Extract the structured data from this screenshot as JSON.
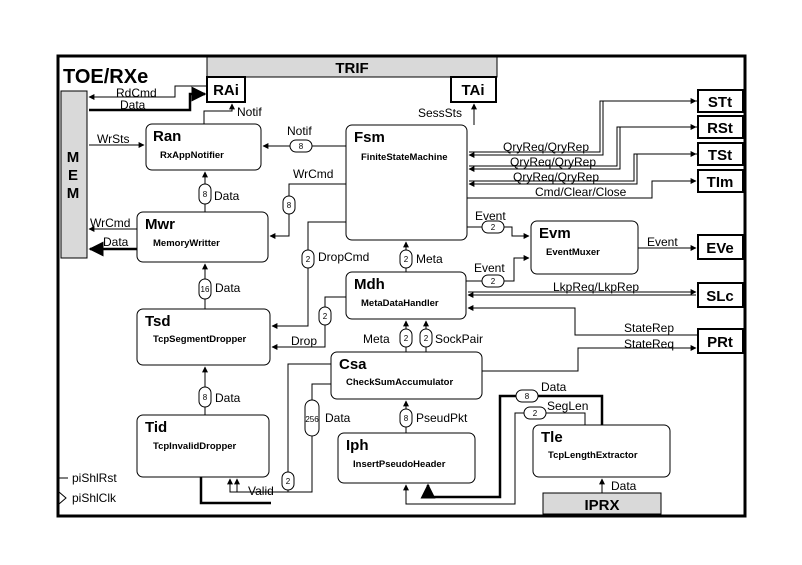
{
  "title": "TOE/RXe",
  "externals": {
    "trif": "TRIF",
    "iprx": "IPRX",
    "mem": [
      "M",
      "E",
      "M"
    ],
    "rai": "RAi",
    "tai": "TAi",
    "stt": "STt",
    "rst": "RSt",
    "tst": "TSt",
    "tim": "TIm",
    "eve": "EVe",
    "slc": "SLc",
    "prt": "PRt"
  },
  "blocks": {
    "ran": {
      "name": "Ran",
      "sub": "RxAppNotifier"
    },
    "fsm": {
      "name": "Fsm",
      "sub": "FiniteStateMachine"
    },
    "mwr": {
      "name": "Mwr",
      "sub": "MemoryWritter"
    },
    "evm": {
      "name": "Evm",
      "sub": "EventMuxer"
    },
    "mdh": {
      "name": "Mdh",
      "sub": "MetaDataHandler"
    },
    "tsd": {
      "name": "Tsd",
      "sub": "TcpSegmentDropper"
    },
    "csa": {
      "name": "Csa",
      "sub": "CheckSumAccumulator"
    },
    "tid": {
      "name": "Tid",
      "sub": "TcpInvalidDropper"
    },
    "iph": {
      "name": "Iph",
      "sub": "InsertPseudoHeader"
    },
    "tle": {
      "name": "Tle",
      "sub": "TcpLengthExtractor"
    }
  },
  "signals": {
    "rdcmd": "RdCmd",
    "data_rai": "Data",
    "notif_rai": "Notif",
    "wrsts": "WrSts",
    "notif_fsm": "Notif",
    "sesssts": "SessSts",
    "wrcmd_fsm": "WrCmd",
    "wrcmd_mem": "WrCmd",
    "data_mem": "Data",
    "data_ran": "Data",
    "qry1": "QryReq/QryRep",
    "qry2": "QryReq/QryRep",
    "qry3": "QryReq/QryRep",
    "cmd": "Cmd/Clear/Close",
    "event_fsm": "Event",
    "event_evm": "Event",
    "event_mdh": "Event",
    "meta_fsm": "Meta",
    "dropcmd": "DropCmd",
    "lkp": "LkpReq/LkpRep",
    "data_tsd": "Data",
    "drop": "Drop",
    "meta_csa": "Meta",
    "sockpair": "SockPair",
    "staterep": "StateRep",
    "statereq": "StateReq",
    "data_tid": "Data",
    "data_csa": "Data",
    "pseudopkt": "PseudPkt",
    "data_tle": "Data",
    "seglen": "SegLen",
    "valid": "Valid",
    "data_iprx": "Data"
  },
  "widths": {
    "w_notif": "8",
    "w_wrcmd": "8",
    "w_data_ran": "8",
    "w_evt": "2",
    "w_evt2": "2",
    "w_meta": "2",
    "w_drop": "2",
    "w_dropcmd": "2",
    "w_data_tsd": "16",
    "w_meta_csa": "2",
    "w_sock": "2",
    "w_data_tid": "8",
    "w_data_csa": "256",
    "w_valid": "2",
    "w_pseud": "8",
    "w_data_tle": "8",
    "w_seglen": "2"
  },
  "ports": {
    "rst": "piShlRst",
    "clk": "piShlClk"
  }
}
